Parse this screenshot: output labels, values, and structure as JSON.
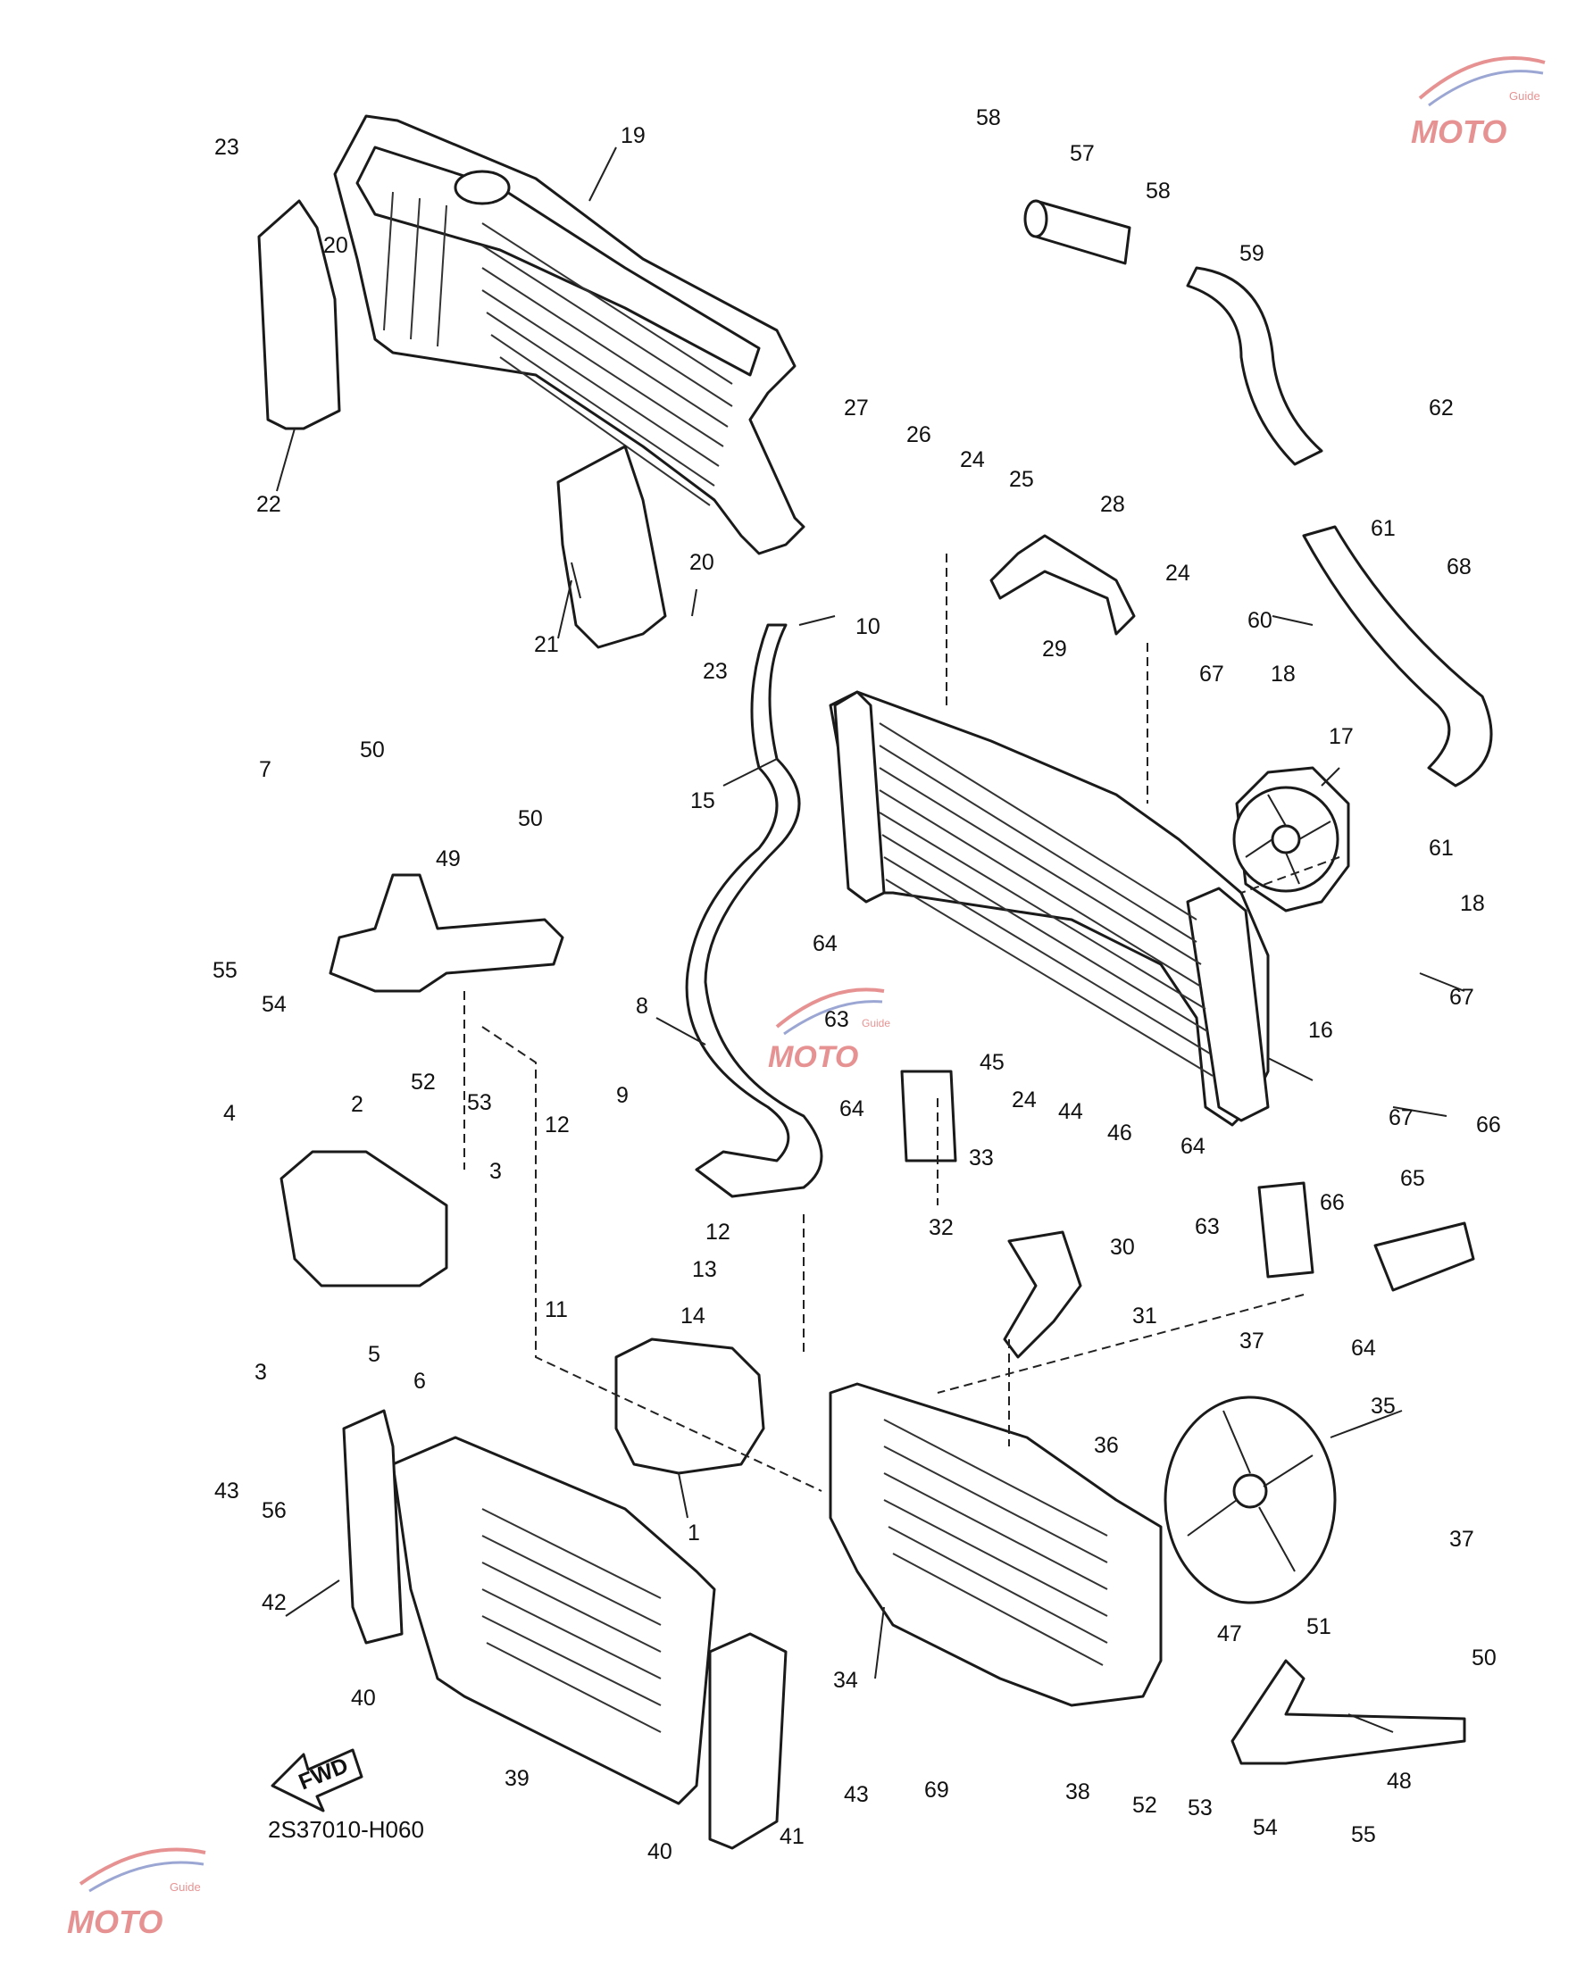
{
  "diagram_code": "2S37010-H060",
  "fwd_label": "FWD",
  "watermark": {
    "brand": "MOTO",
    "sub": "Guide"
  },
  "colors": {
    "line": "#1a1a1a",
    "background": "#ffffff",
    "wm_red": "#d43a3a",
    "wm_blue": "#4a5fb0"
  },
  "callouts": [
    "1",
    "2",
    "3",
    "3",
    "4",
    "5",
    "6",
    "7",
    "8",
    "9",
    "10",
    "11",
    "12",
    "12",
    "13",
    "14",
    "15",
    "16",
    "17",
    "18",
    "18",
    "19",
    "20",
    "20",
    "21",
    "22",
    "23",
    "23",
    "24",
    "24",
    "24",
    "25",
    "26",
    "27",
    "28",
    "29",
    "30",
    "31",
    "32",
    "33",
    "34",
    "35",
    "36",
    "37",
    "37",
    "38",
    "39",
    "40",
    "40",
    "41",
    "42",
    "43",
    "43",
    "44",
    "45",
    "46",
    "47",
    "48",
    "49",
    "50",
    "50",
    "50",
    "51",
    "52",
    "52",
    "53",
    "53",
    "54",
    "54",
    "55",
    "55",
    "56",
    "57",
    "58",
    "58",
    "59",
    "60",
    "61",
    "61",
    "62",
    "63",
    "63",
    "64",
    "64",
    "64",
    "64",
    "65",
    "66",
    "66",
    "67",
    "67",
    "67",
    "68",
    "69"
  ]
}
